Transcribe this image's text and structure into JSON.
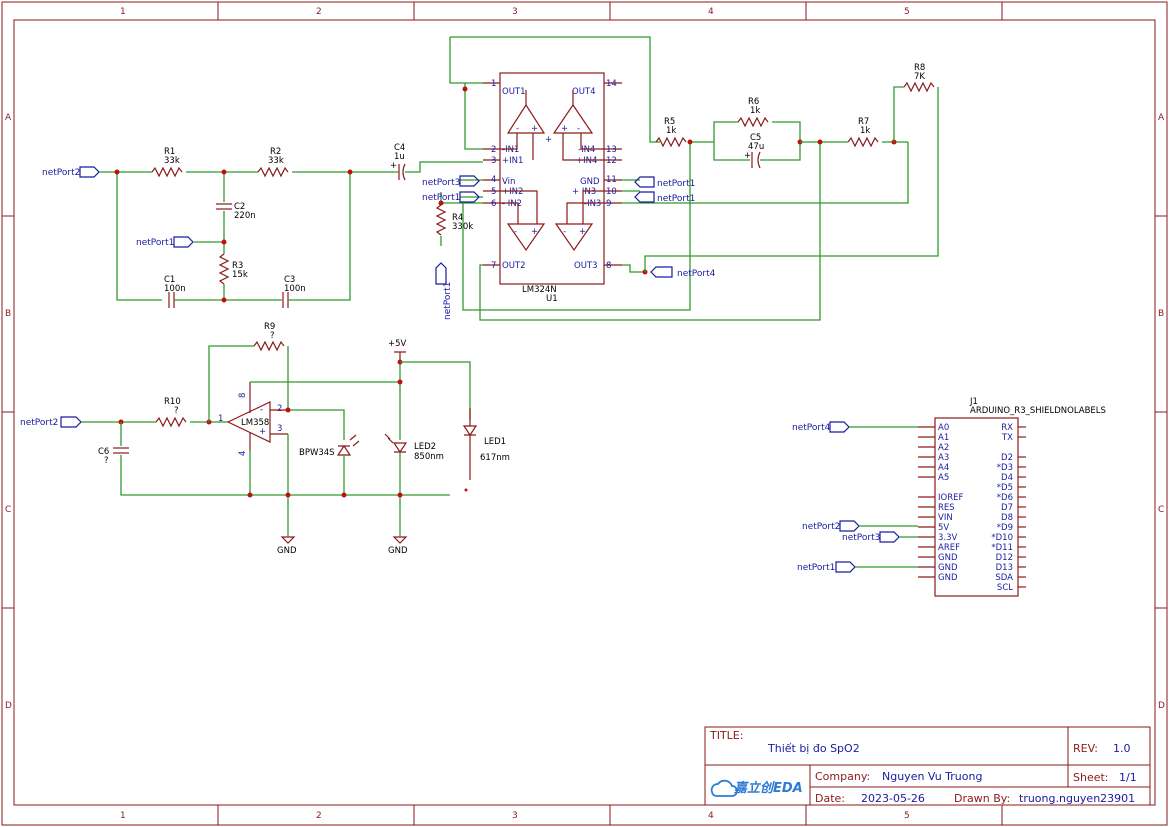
{
  "title_block": {
    "title_label": "TITLE:",
    "title": "Thiết bị đo SpO2",
    "rev_label": "REV:",
    "rev": "1.0",
    "company_label": "Company:",
    "company": "Nguyen Vu Truong",
    "sheet_label": "Sheet:",
    "sheet": "1/1",
    "date_label": "Date:",
    "date": "2023-05-26",
    "drawn_label": "Drawn By:",
    "drawn": "truong.nguyen23901",
    "logo": "嘉立创EDA"
  },
  "grid": {
    "cols": [
      "1",
      "2",
      "3",
      "4",
      "5"
    ],
    "rows": [
      "A",
      "B",
      "C",
      "D"
    ]
  },
  "components": {
    "r1": {
      "ref": "R1",
      "val": "33k"
    },
    "r2": {
      "ref": "R2",
      "val": "33k"
    },
    "r3": {
      "ref": "R3",
      "val": "15k"
    },
    "r4": {
      "ref": "R4",
      "val": "330k"
    },
    "r5": {
      "ref": "R5",
      "val": "1k"
    },
    "r6": {
      "ref": "R6",
      "val": "1k"
    },
    "r7": {
      "ref": "R7",
      "val": "1k"
    },
    "r8": {
      "ref": "R8",
      "val": "7K"
    },
    "r9": {
      "ref": "R9",
      "val": "?"
    },
    "r10": {
      "ref": "R10",
      "val": "?"
    },
    "c1": {
      "ref": "C1",
      "val": "100n"
    },
    "c2": {
      "ref": "C2",
      "val": "220n"
    },
    "c3": {
      "ref": "C3",
      "val": "100n"
    },
    "c4": {
      "ref": "C4",
      "val": "1u"
    },
    "c5": {
      "ref": "C5",
      "val": "47u"
    },
    "c6": {
      "ref": "C6",
      "val": "?"
    },
    "u1": {
      "ref": "U1",
      "val": "LM324N"
    },
    "lm358": "LM358",
    "bpw": "BPW34S",
    "led1": {
      "ref": "LED1",
      "val": "617nm"
    },
    "led2": {
      "ref": "LED2",
      "val": "850nm"
    },
    "j1": {
      "ref": "J1",
      "val": "ARDUINO_R3_SHIELDNOLABELS"
    }
  },
  "u1_pins": {
    "left": [
      {
        "n": "1",
        "name": "OUT1"
      },
      {
        "n": "2",
        "name": "-IN1"
      },
      {
        "n": "3",
        "name": "+IN1"
      },
      {
        "n": "4",
        "name": "Vin"
      },
      {
        "n": "5",
        "name": "+IN2"
      },
      {
        "n": "6",
        "name": "- IN2"
      },
      {
        "n": "7",
        "name": "OUT2"
      }
    ],
    "right": [
      {
        "n": "14",
        "name": "OUT4"
      },
      {
        "n": "13",
        "name": "-IN4"
      },
      {
        "n": "12",
        "name": "+IN4"
      },
      {
        "n": "11",
        "name": "GND"
      },
      {
        "n": "10",
        "name": "+ IN3"
      },
      {
        "n": "9",
        "name": "-IN3"
      },
      {
        "n": "8",
        "name": "OUT3"
      }
    ]
  },
  "j1_pins": {
    "left": [
      "A0",
      "A1",
      "A2",
      "A3",
      "A4",
      "A5",
      "",
      "IOREF",
      "RES",
      "VIN",
      "5V",
      "3.3V",
      "AREF",
      "GND",
      "GND",
      "GND"
    ],
    "right": [
      "RX",
      "TX",
      "",
      "D2",
      "*D3",
      "D4",
      "*D5",
      "*D6",
      "D7",
      "D8",
      "*D9",
      "*D10",
      "*D11",
      "D12",
      "D13",
      "SDA",
      "SCL"
    ]
  },
  "ports": {
    "netPort1": "netPort1",
    "netPort2": "netPort2",
    "netPort3": "netPort3",
    "netPort4": "netPort4"
  },
  "power": {
    "vcc": "+5V",
    "gnd": "GND"
  },
  "lm358_pins": {
    "p1": "1",
    "p2": "2",
    "p3": "3",
    "p4": "4",
    "p8": "8"
  },
  "colors": {
    "frame": "#8b1a1a",
    "wire": "#2f9a2f",
    "text_blue": "#1a1aa0",
    "junction": "#c01010"
  }
}
